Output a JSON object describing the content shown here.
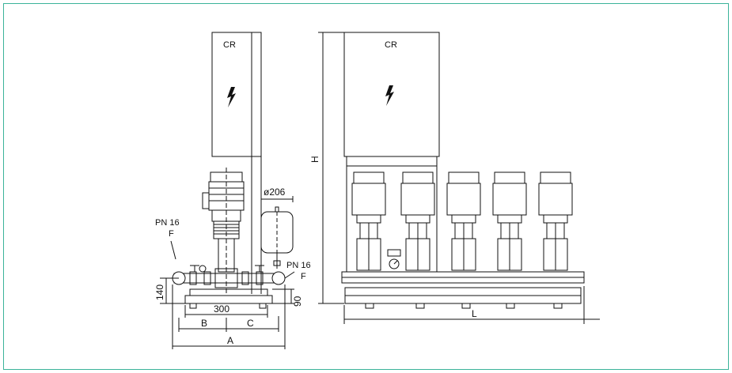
{
  "labels": {
    "cabinet_left": "CR",
    "cabinet_right": "CR",
    "height": "H",
    "length": "L",
    "tank_diameter": "ø206",
    "pn_left": "PN 16",
    "f_left": "F",
    "pn_right": "PN 16",
    "f_right": "F",
    "dim_140": "140",
    "dim_90": "90",
    "dim_300": "300",
    "dim_b": "B",
    "dim_c": "C",
    "dim_a": "A"
  },
  "colors": {
    "frame_border": "#3bb39a",
    "line": "#111111"
  },
  "icons": {
    "lightning": "lightning-bolt-icon",
    "gauge": "pressure-gauge-icon"
  }
}
